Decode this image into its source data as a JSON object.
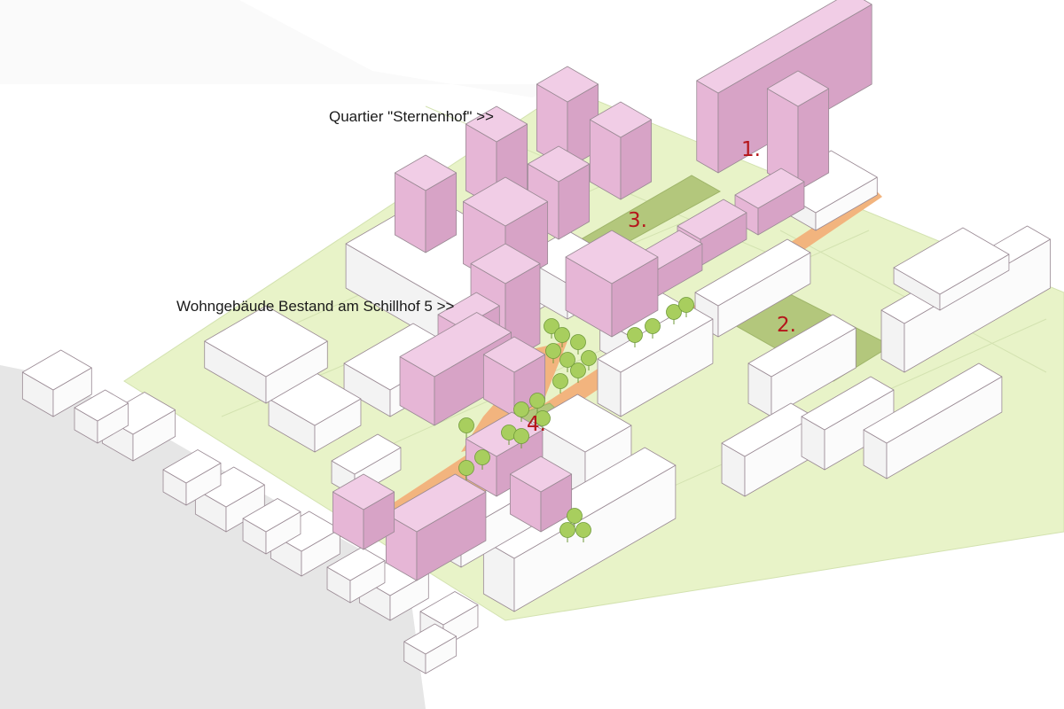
{
  "labels": {
    "sternenhof": "Quartier \"Sternenhof\" >>",
    "schillhof": "Wohngebäude Bestand am Schillhof 5 >>"
  },
  "areas": [
    {
      "id": "1",
      "text": "1."
    },
    {
      "id": "2",
      "text": "2."
    },
    {
      "id": "3",
      "text": "3."
    },
    {
      "id": "4",
      "text": "4."
    }
  ],
  "colors": {
    "ground": "#e8f3c8",
    "ground_line": "#d3e2b0",
    "river": "#e6e6e6",
    "street": "#f2b47e",
    "park": "#b3c77c",
    "new_building_top": "#f1cde6",
    "new_building_left": "#e6b6d6",
    "new_building_right": "#d7a3c6",
    "existing_building_top": "#ffffff",
    "existing_building_side": "#f3f3f3",
    "building_stroke": "#9a8a94",
    "tree": "#a8ce5e",
    "tree_stroke": "#6f9a3a",
    "area_number": "#b5161b"
  }
}
